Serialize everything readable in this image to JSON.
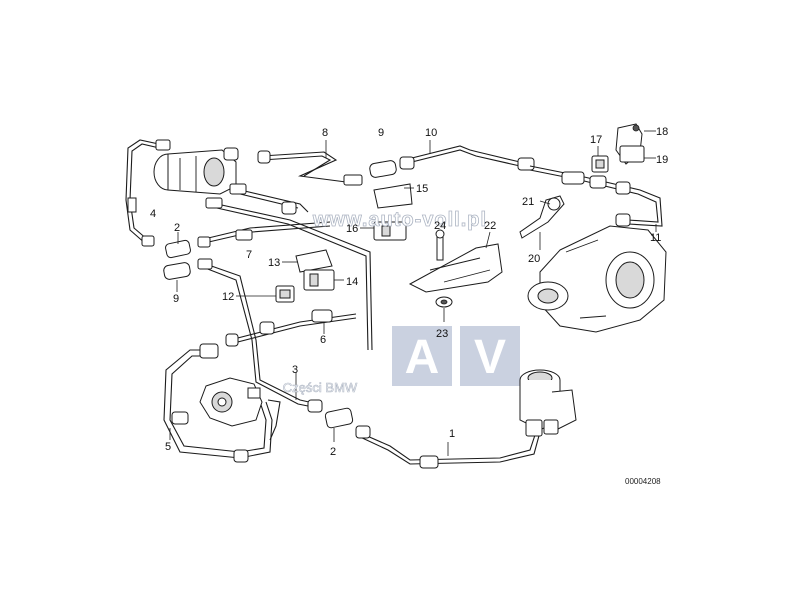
{
  "callouts": [
    {
      "id": "c1",
      "text": "1"
    },
    {
      "id": "c2a",
      "text": "2"
    },
    {
      "id": "c2b",
      "text": "2"
    },
    {
      "id": "c3",
      "text": "3"
    },
    {
      "id": "c4",
      "text": "4"
    },
    {
      "id": "c5",
      "text": "5"
    },
    {
      "id": "c6",
      "text": "6"
    },
    {
      "id": "c7",
      "text": "7"
    },
    {
      "id": "c8",
      "text": "8"
    },
    {
      "id": "c9a",
      "text": "9"
    },
    {
      "id": "c9b",
      "text": "9"
    },
    {
      "id": "c10",
      "text": "10"
    },
    {
      "id": "c11",
      "text": "11"
    },
    {
      "id": "c12",
      "text": "12"
    },
    {
      "id": "c13",
      "text": "13"
    },
    {
      "id": "c14",
      "text": "14"
    },
    {
      "id": "c15",
      "text": "15"
    },
    {
      "id": "c16",
      "text": "16"
    },
    {
      "id": "c17",
      "text": "17"
    },
    {
      "id": "c18",
      "text": "18"
    },
    {
      "id": "c19",
      "text": "19"
    },
    {
      "id": "c20",
      "text": "20"
    },
    {
      "id": "c21",
      "text": "21"
    },
    {
      "id": "c22",
      "text": "22"
    },
    {
      "id": "c23",
      "text": "23"
    },
    {
      "id": "c24",
      "text": "24"
    }
  ],
  "drawing_code": "00004208",
  "watermark": {
    "url": "www.auto-voll.pl",
    "brand": "Części BMW",
    "logo_letters": [
      "A",
      "V"
    ],
    "logo_color": "#b8c2d6"
  }
}
